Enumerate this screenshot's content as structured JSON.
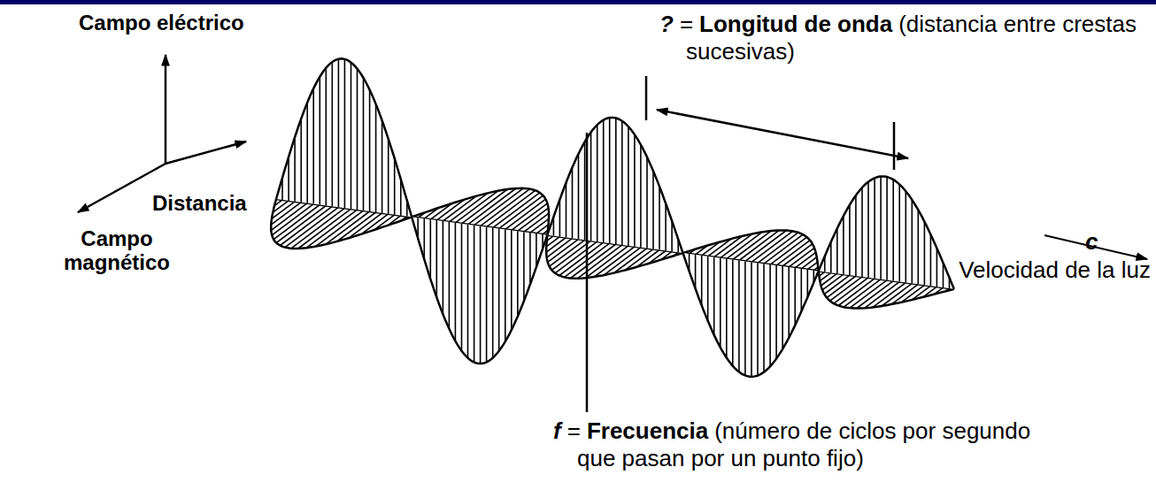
{
  "diagram": {
    "labels": [
      "Campo eléctrico",
      "Distancia",
      "Campo magnético",
      "?",
      "=",
      "Longitud de onda",
      "(distancia entre crestas sucesivas)",
      "c",
      "Velocidad de la luz",
      "f",
      "=",
      "Frecuencia",
      "(número de ciclos por segundo que pasan por un punto fijo)"
    ]
  }
}
